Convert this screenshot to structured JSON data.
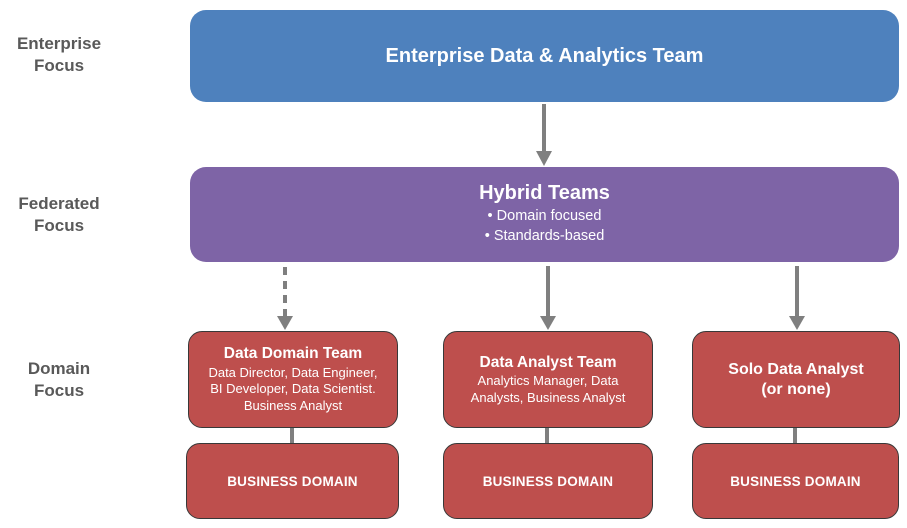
{
  "colors": {
    "enterprise_box": "#4E81BD",
    "federated_box": "#7E64A6",
    "domain_box": "#BE4F4D",
    "arrow": "#7F7F7F",
    "row_label_text": "#595959",
    "box_border": "#383838",
    "box_text": "#FFFFFF"
  },
  "row_labels": {
    "enterprise": "Enterprise\nFocus",
    "federated": "Federated\nFocus",
    "domain": "Domain\nFocus"
  },
  "enterprise_team": {
    "title": "Enterprise Data & Analytics Team"
  },
  "hybrid_teams": {
    "title": "Hybrid Teams",
    "bullets": [
      "• Domain focused",
      "• Standards-based"
    ]
  },
  "domain_teams": [
    {
      "title": "Data Domain Team",
      "members": "Data Director, Data Engineer,\nBI Developer, Data Scientist.\nBusiness Analyst",
      "business_domain": "BUSINESS DOMAIN",
      "arrow_style": "dashed"
    },
    {
      "title": "Data Analyst Team",
      "members": "Analytics Manager, Data\nAnalysts, Business Analyst",
      "business_domain": "BUSINESS DOMAIN",
      "arrow_style": "solid"
    },
    {
      "title": "Solo Data Analyst\n(or none)",
      "members": "",
      "business_domain": "BUSINESS DOMAIN",
      "arrow_style": "solid"
    }
  ]
}
